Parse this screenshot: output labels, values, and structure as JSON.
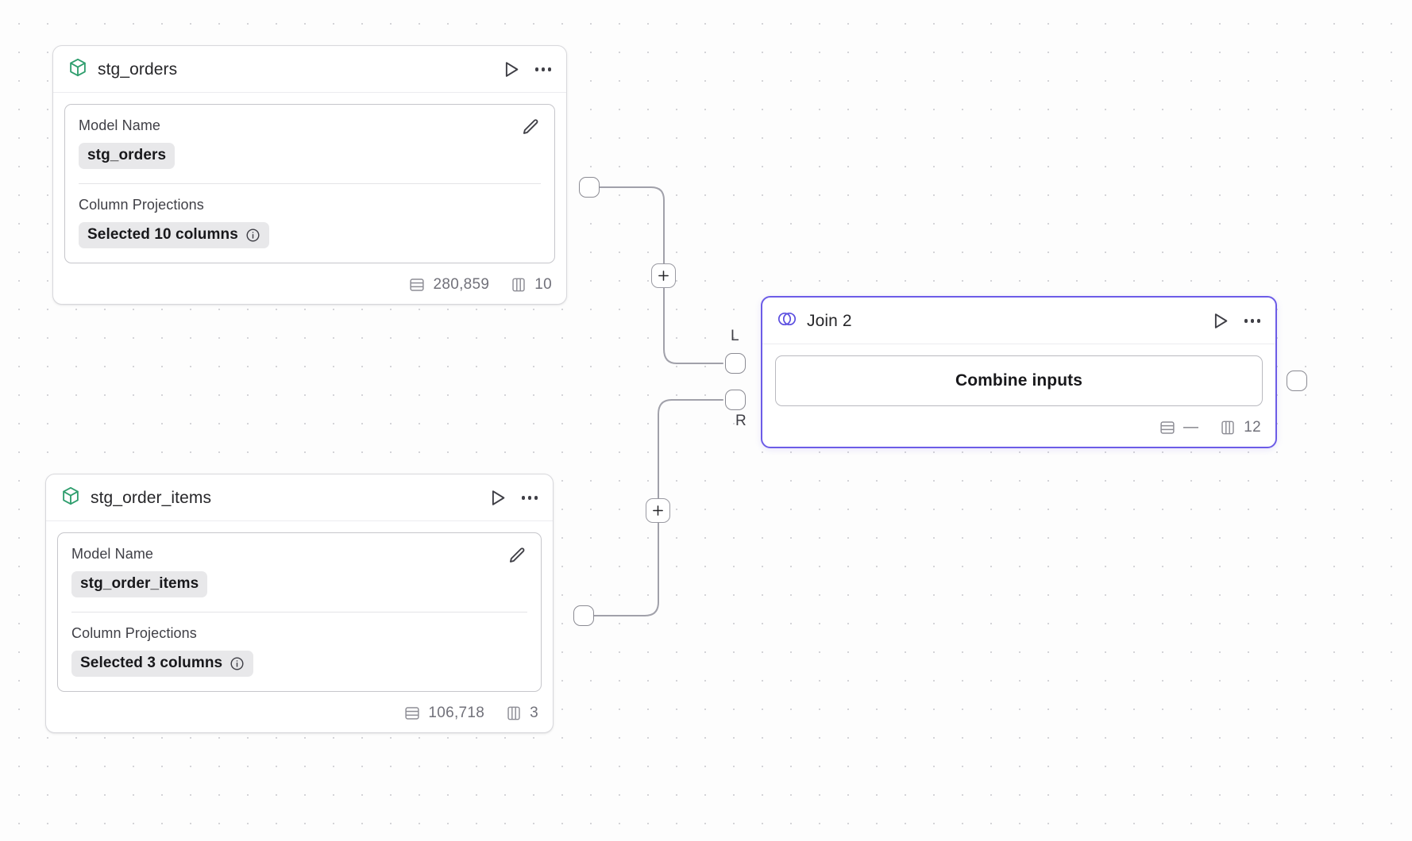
{
  "canvas": {
    "background_color": "#fdfdfd",
    "dot_color": "#d4d4d8",
    "accent_color": "#6c5ce7",
    "model_icon_color": "#2f9e6e",
    "edge_color": "#a1a1aa"
  },
  "nodes": [
    {
      "id": "stg_orders",
      "icon": "cube-icon",
      "title": "stg_orders",
      "run_label": "Run",
      "menu_label": "More options",
      "fields": [
        {
          "label": "Model Name",
          "value": "stg_orders",
          "edit_icon": "pencil-icon"
        },
        {
          "label": "Column Projections",
          "value": "Selected 10 columns",
          "info_icon": "info-icon"
        }
      ],
      "footer": {
        "rows_icon": "rows-icon",
        "rows": "280,859",
        "columns_icon": "columns-icon",
        "columns": "10"
      }
    },
    {
      "id": "stg_order_items",
      "icon": "cube-icon",
      "title": "stg_order_items",
      "run_label": "Run",
      "menu_label": "More options",
      "fields": [
        {
          "label": "Model Name",
          "value": "stg_order_items",
          "edit_icon": "pencil-icon"
        },
        {
          "label": "Column Projections",
          "value": "Selected 3 columns",
          "info_icon": "info-icon"
        }
      ],
      "footer": {
        "rows_icon": "rows-icon",
        "rows": "106,718",
        "columns_icon": "columns-icon",
        "columns": "3"
      }
    },
    {
      "id": "join_2",
      "icon": "join-venn-icon",
      "title": "Join 2",
      "run_label": "Run",
      "menu_label": "More options",
      "selected": true,
      "action_button": "Combine inputs",
      "footer": {
        "rows_icon": "rows-icon",
        "rows": "—",
        "columns_icon": "columns-icon",
        "columns": "12"
      }
    }
  ],
  "ports": {
    "orders_out": "output-port",
    "order_items_out": "output-port",
    "join_left_label": "L",
    "join_right_label": "R",
    "join_out": "output-port"
  },
  "edge_buttons": {
    "add_label": "+"
  }
}
